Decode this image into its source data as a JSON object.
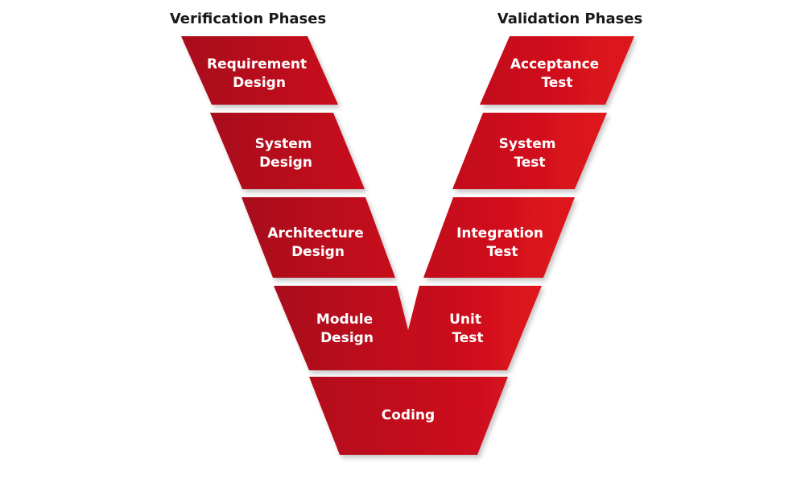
{
  "headings": {
    "left": "Verification Phases",
    "right": "Validation Phases"
  },
  "colors": {
    "left_dark": "#a8091b",
    "left_light": "#c8101f",
    "right_dark": "#c20d1c",
    "right_light": "#e0141f",
    "text": "#ffffff",
    "heading": "#1a1a1a"
  },
  "verification": [
    {
      "line1": "Requirement",
      "line2": "Design"
    },
    {
      "line1": "System",
      "line2": "Design"
    },
    {
      "line1": "Architecture",
      "line2": "Design"
    },
    {
      "line1": "Module",
      "line2": "Design"
    }
  ],
  "validation": [
    {
      "line1": "Acceptance",
      "line2": "Test"
    },
    {
      "line1": "System",
      "line2": "Test"
    },
    {
      "line1": "Integration",
      "line2": "Test"
    },
    {
      "line1": "Unit",
      "line2": "Test"
    }
  ],
  "bottom": {
    "label": "Coding"
  }
}
